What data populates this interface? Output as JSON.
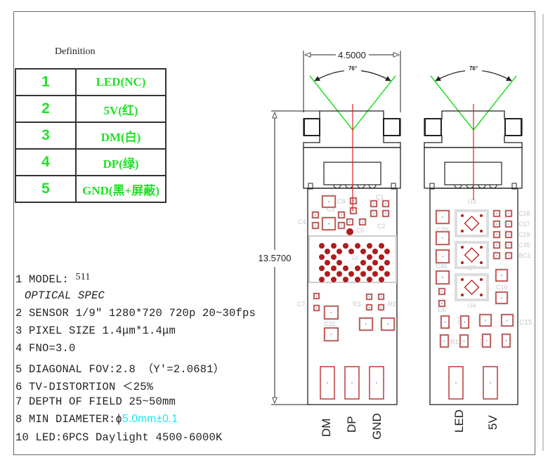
{
  "definition": {
    "title": "Definition",
    "rows": [
      {
        "num": "1",
        "name": "LED(NC)"
      },
      {
        "num": "2",
        "name": "5V(红)"
      },
      {
        "num": "3",
        "name": "DM(白)"
      },
      {
        "num": "4",
        "name": "DP(绿)"
      },
      {
        "num": "5",
        "name": "GND(黑+屏蔽)"
      }
    ]
  },
  "specs": {
    "model": "1 MODEL:",
    "model_value": "511",
    "optical_heading": "OPTICAL SPEC",
    "sensor": "2 SENSOR 1/9″ 1280*720 720p 20~30fps",
    "pixel_size": "3 PIXEL SIZE 1.4μm*1.4μm",
    "fno": "4 FNO=3.0",
    "fov": "5 DIAGONAL FOV:2.8 （Y'=2.0681）",
    "distortion": "6 TV-DISTORTION ＜25%",
    "dof": "7 DEPTH OF FIELD 25~50mm",
    "min_diameter_label": "8 MIN DIAMETER:ϕ",
    "min_diameter_value": "5.0mm±0.1",
    "led": "10 LED:6PCS Daylight 4500-6000K"
  },
  "drawing": {
    "width_dim": "4.5000",
    "height_dim": "13.5700",
    "fov_angle_front": "76°",
    "fov_angle_back": "76°",
    "pad_labels_front": [
      "DM",
      "DP",
      "GND"
    ],
    "pad_labels_back": [
      "LED",
      "5V"
    ],
    "component_labels": {
      "front": [
        "C1",
        "C2",
        "C3",
        "C4",
        "C5",
        "C7",
        "C8",
        "C22",
        "R2",
        "R3",
        "U2"
      ],
      "back": [
        "U3",
        "C20",
        "C46",
        "U7",
        "U4",
        "C6",
        "C18",
        "C17",
        "C19",
        "C45",
        "BC1",
        "C16",
        "C15",
        "R4",
        "R1",
        "B1"
      ]
    },
    "colors": {
      "outline": "#222222",
      "fov_lines": "#22dd22",
      "axis": "#e02020",
      "pad": "#b01c1c",
      "silk": "#cccccc",
      "pin_text": "#22e02a",
      "highlight": "#19e6ee"
    }
  }
}
